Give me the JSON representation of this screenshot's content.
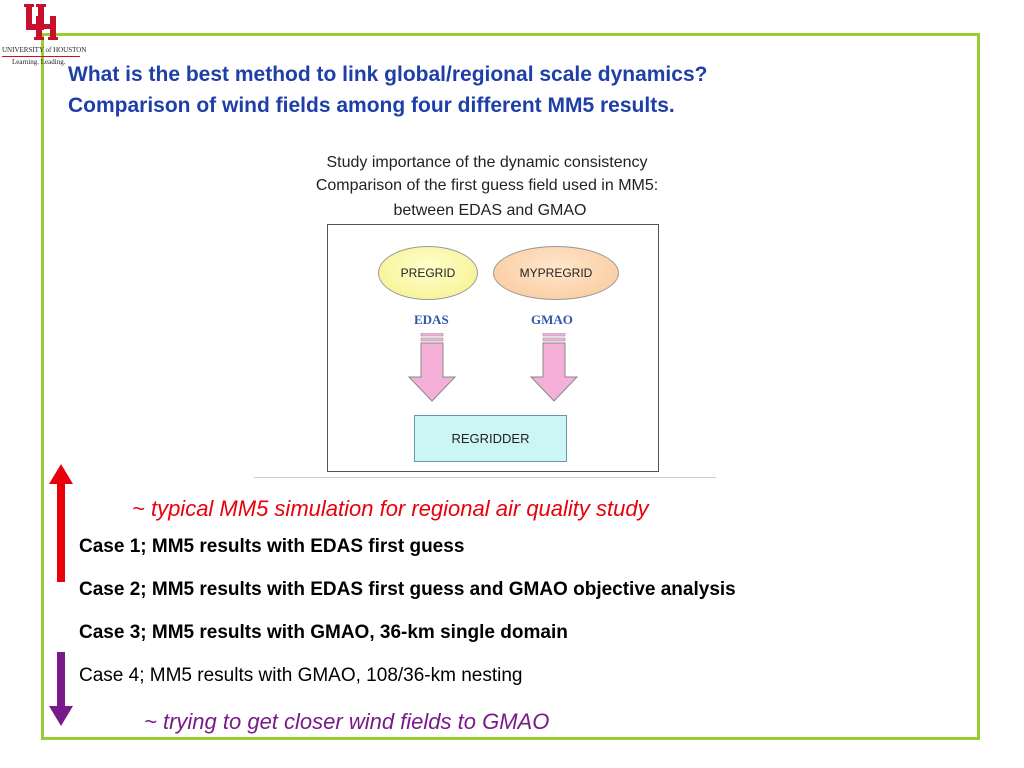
{
  "logo": {
    "university": "UNIVERSITY of HOUSTON",
    "tagline": "Learning. Leading."
  },
  "heading": {
    "line1": "What is the best method to link global/regional scale dynamics?",
    "line2": "Comparison of wind fields among four different MM5 results."
  },
  "study": {
    "line1": "Study importance of the dynamic consistency",
    "line2": "Comparison of the first guess field used in MM5:",
    "line3": "between EDAS and GMAO"
  },
  "diagram": {
    "node_pregrid": "PREGRID",
    "node_mypregrid": "MYPREGRID",
    "source_edas": "EDAS",
    "source_gmao": "GMAO",
    "node_regridder": "REGRIDDER"
  },
  "notes": {
    "top": "~ typical MM5 simulation for regional air quality study",
    "bottom": "~ trying to get closer wind fields to GMAO"
  },
  "cases": [
    "Case 1; MM5 results with EDAS first guess",
    "Case 2; MM5 results with EDAS first guess and GMAO objective analysis",
    "Case 3; MM5 results with GMAO, 36-km single domain",
    "Case 4; MM5 results with GMAO, 108/36-km nesting"
  ],
  "colors": {
    "frame": "#9acd32",
    "heading": "#1f3fa8",
    "note_red": "#e8000b",
    "arrow_up": "#e8000b",
    "arrow_down": "#7a1a8a",
    "flow_arrow": "#f4b0d8"
  }
}
